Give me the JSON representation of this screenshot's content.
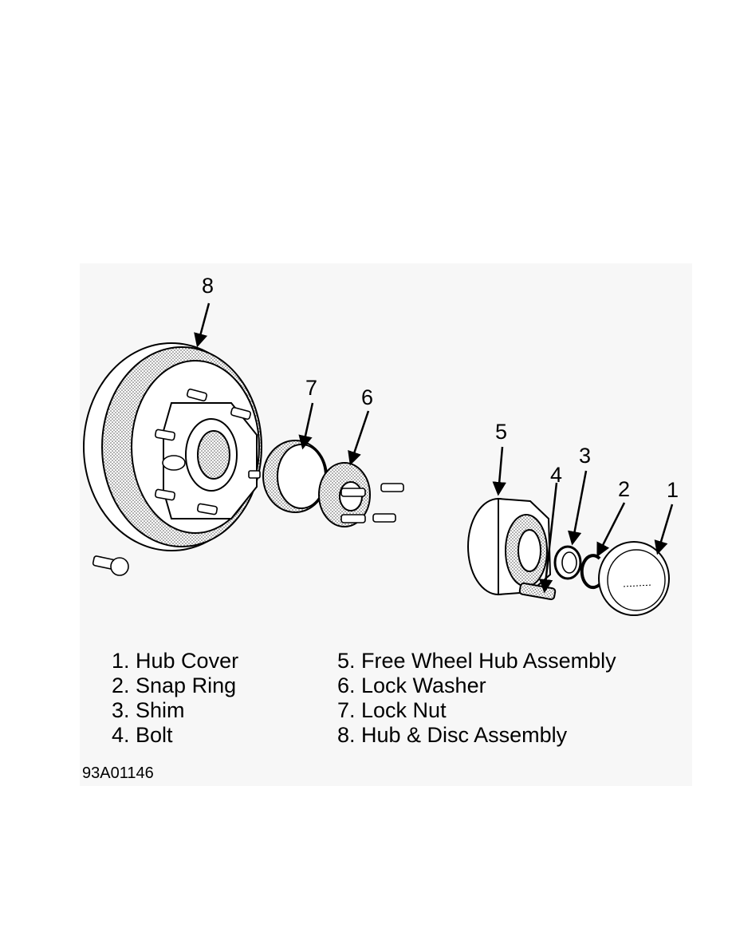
{
  "figure": {
    "id": "93A01146",
    "callouts": [
      "1",
      "2",
      "3",
      "4",
      "5",
      "6",
      "7",
      "8"
    ],
    "legend": [
      "1. Hub Cover",
      "2. Snap Ring",
      "3. Shim",
      "4. Bolt",
      "5. Free Wheel Hub Assembly",
      "6. Lock Washer",
      "7. Lock Nut",
      "8. Hub & Disc Assembly"
    ]
  }
}
